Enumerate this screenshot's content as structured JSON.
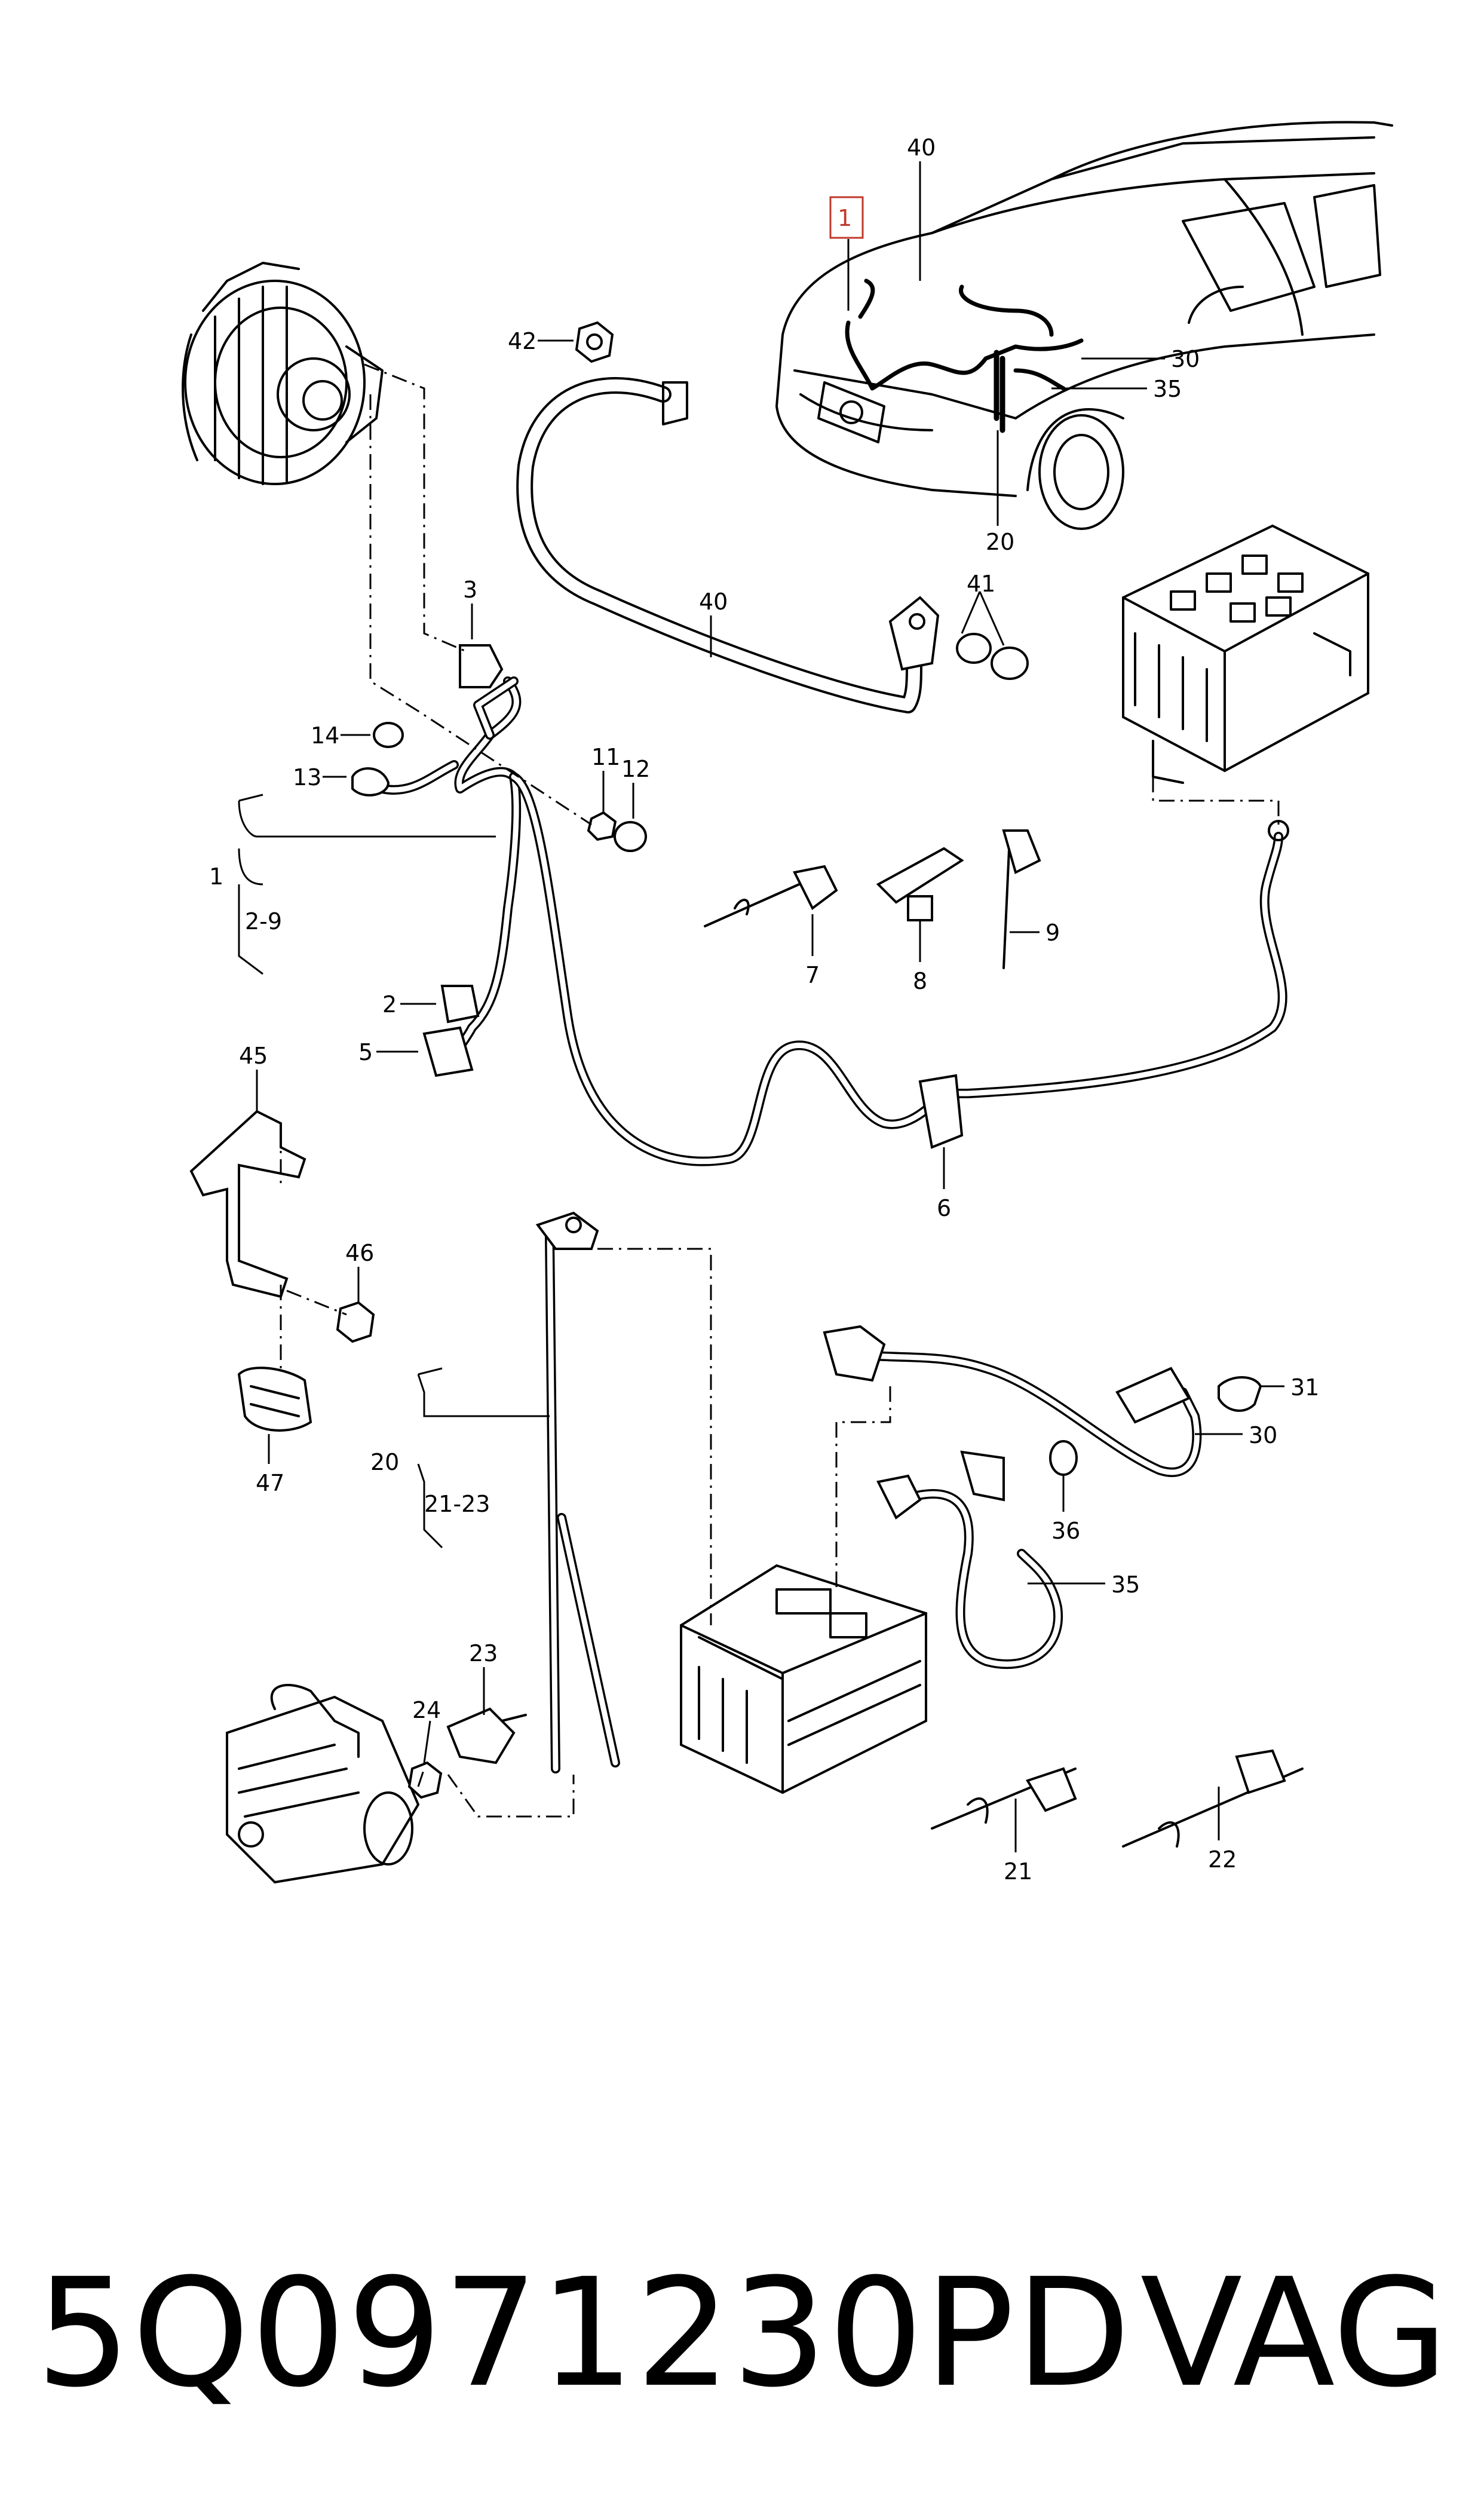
{
  "footer": {
    "part_number": "5Q0971230PD",
    "brand": "VAG"
  },
  "callouts": {
    "c1": "1",
    "c1b": "1",
    "c2": "2",
    "c2_9": "2-9",
    "c3": "3",
    "c5": "5",
    "c6": "6",
    "c7": "7",
    "c8": "8",
    "c9": "9",
    "c11": "11",
    "c12": "12",
    "c13": "13",
    "c14": "14",
    "c20": "20",
    "c20b": "20",
    "c21": "21",
    "c21_23": "21-23",
    "c22": "22",
    "c23": "23",
    "c24": "24",
    "c30": "30",
    "c30b": "30",
    "c31": "31",
    "c35": "35",
    "c35b": "35",
    "c36": "36",
    "c40": "40",
    "c40b": "40",
    "c41": "41",
    "c42": "42",
    "c45": "45",
    "c46": "46",
    "c47": "47"
  },
  "highlight_color": "#c0392b"
}
